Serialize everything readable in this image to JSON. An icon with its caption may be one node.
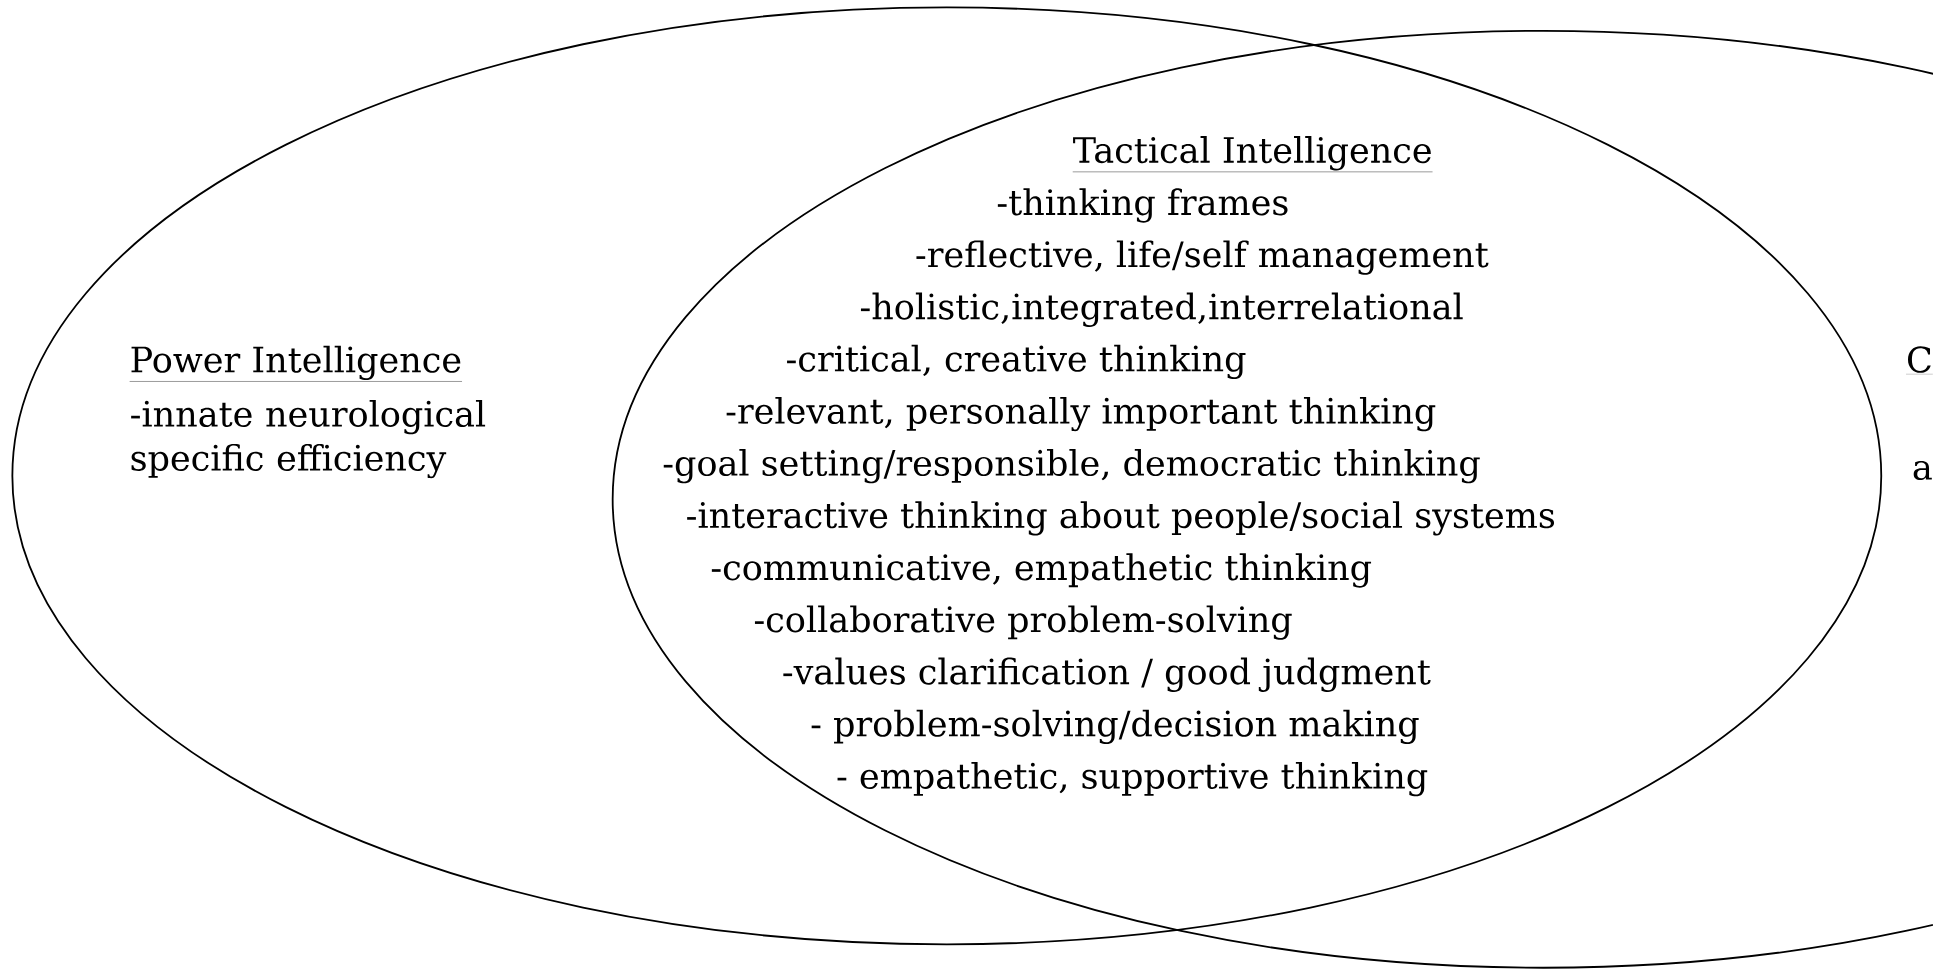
{
  "diagram": {
    "nodes": [
      {
        "text": [
          "Power Intelligence",
          "-innate neurological specific efficiency"
        ]
      },
      {
        "text": [
          "C",
          "a"
        ]
      }
    ],
    "labels": [
      "Tactical Intelligence",
      "-thinking frames",
      "-reflective, life/self management",
      "-holistic,integrated,interrelational",
      "-critical, creative thinking",
      "-relevant, personally important thinking",
      "-goal setting/responsible, democratic thinking",
      "-interactive thinking about people/social systems",
      "-communicative, empathetic thinking",
      "-collaborative problem-solving",
      "-values clarification / good judgment",
      "- problem-solving/decision making",
      "- empathetic, supportive thinking"
    ]
  }
}
